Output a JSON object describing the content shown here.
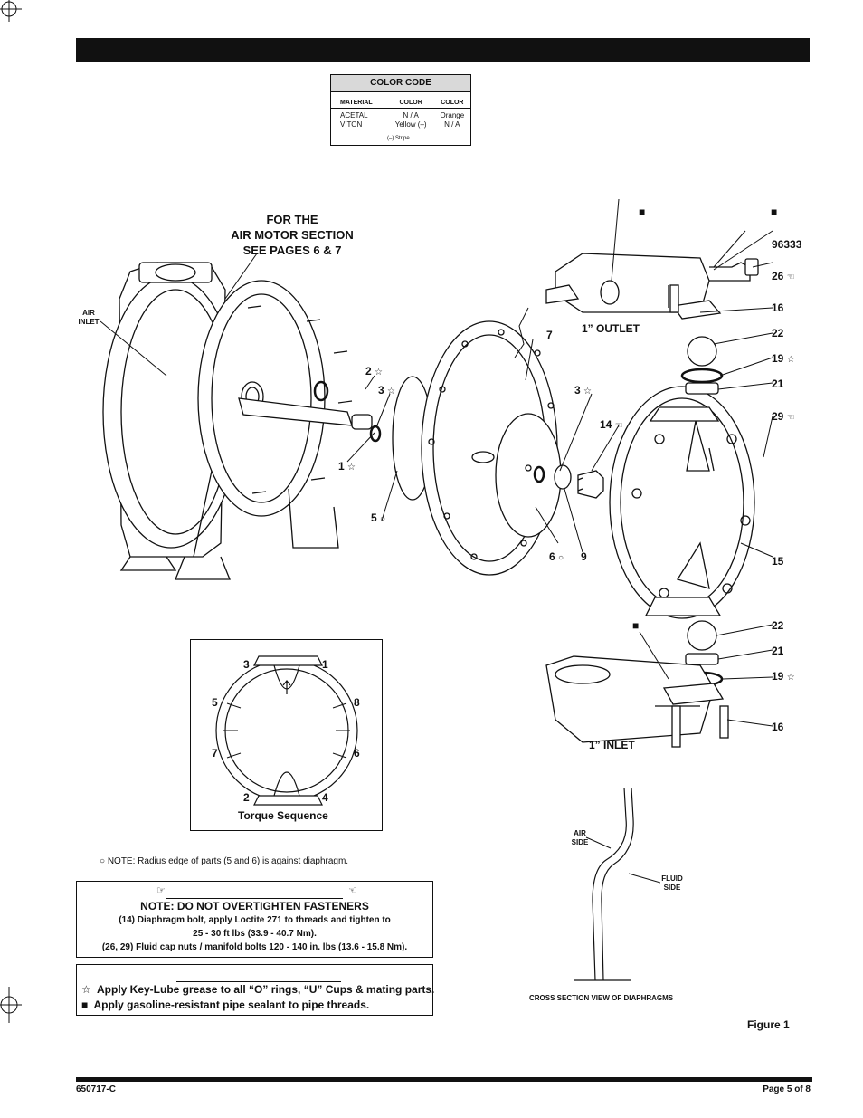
{
  "color_code": {
    "title": "COLOR CODE",
    "headers": [
      "MATERIAL",
      "COLOR",
      "COLOR"
    ],
    "rows": [
      [
        "ACETAL",
        "N / A",
        "Orange"
      ],
      [
        "VITON",
        "Yellow (–)",
        "N / A"
      ]
    ],
    "footnote": "(–) Stripe"
  },
  "air_motor_note": [
    "FOR THE",
    "AIR MOTOR SECTION",
    "SEE PAGES 6 & 7"
  ],
  "labels": {
    "air_inlet": [
      "AIR",
      "INLET"
    ],
    "outlet": "1” OUTLET",
    "inlet": "1” INLET",
    "part_96333": "96333",
    "p26": "26",
    "p16a": "16",
    "p22a": "22",
    "p19a": "19",
    "p21a": "21",
    "p29": "29",
    "p15": "15",
    "p22b": "22",
    "p21b": "21",
    "p19b": "19",
    "p16b": "16",
    "p7": "7",
    "p2": "2",
    "p3a": "3",
    "p3b": "3",
    "p14": "14",
    "p1": "1",
    "p5": "5",
    "p6": "6",
    "p9": "9"
  },
  "torque": {
    "title": "Torque Sequence",
    "n3": "3",
    "n1": "1",
    "n5": "5",
    "n8": "8",
    "n7": "7",
    "n6": "6",
    "n2": "2",
    "n4": "4"
  },
  "cross_section": {
    "air_side": [
      "AIR",
      "SIDE"
    ],
    "fluid_side": [
      "FLUID",
      "SIDE"
    ],
    "caption": "CROSS SECTION VIEW OF DIAPHRAGMS"
  },
  "figure_label": "Figure 1",
  "radius_note": "NOTE: Radius edge of parts (5 and 6) is against diaphragm.",
  "warning": {
    "title": "NOTE: DO NOT OVERTIGHTEN FASTENERS",
    "line1": "(14) Diaphragm bolt, apply Loctite 271 to threads and tighten to",
    "line2": "25 - 30 ft lbs (33.9 - 40.7 Nm).",
    "line3": "(26, 29) Fluid cap nuts / manifold bolts 120 - 140 in. lbs (13.6 - 15.8 Nm)."
  },
  "lube": {
    "line1": "Apply Key-Lube grease to all “O” rings, “U” Cups & mating parts.",
    "line2": "Apply gasoline-resistant pipe sealant to pipe threads."
  },
  "footer": {
    "doc_number": "650717-C",
    "page": "Page  5 of 8"
  }
}
